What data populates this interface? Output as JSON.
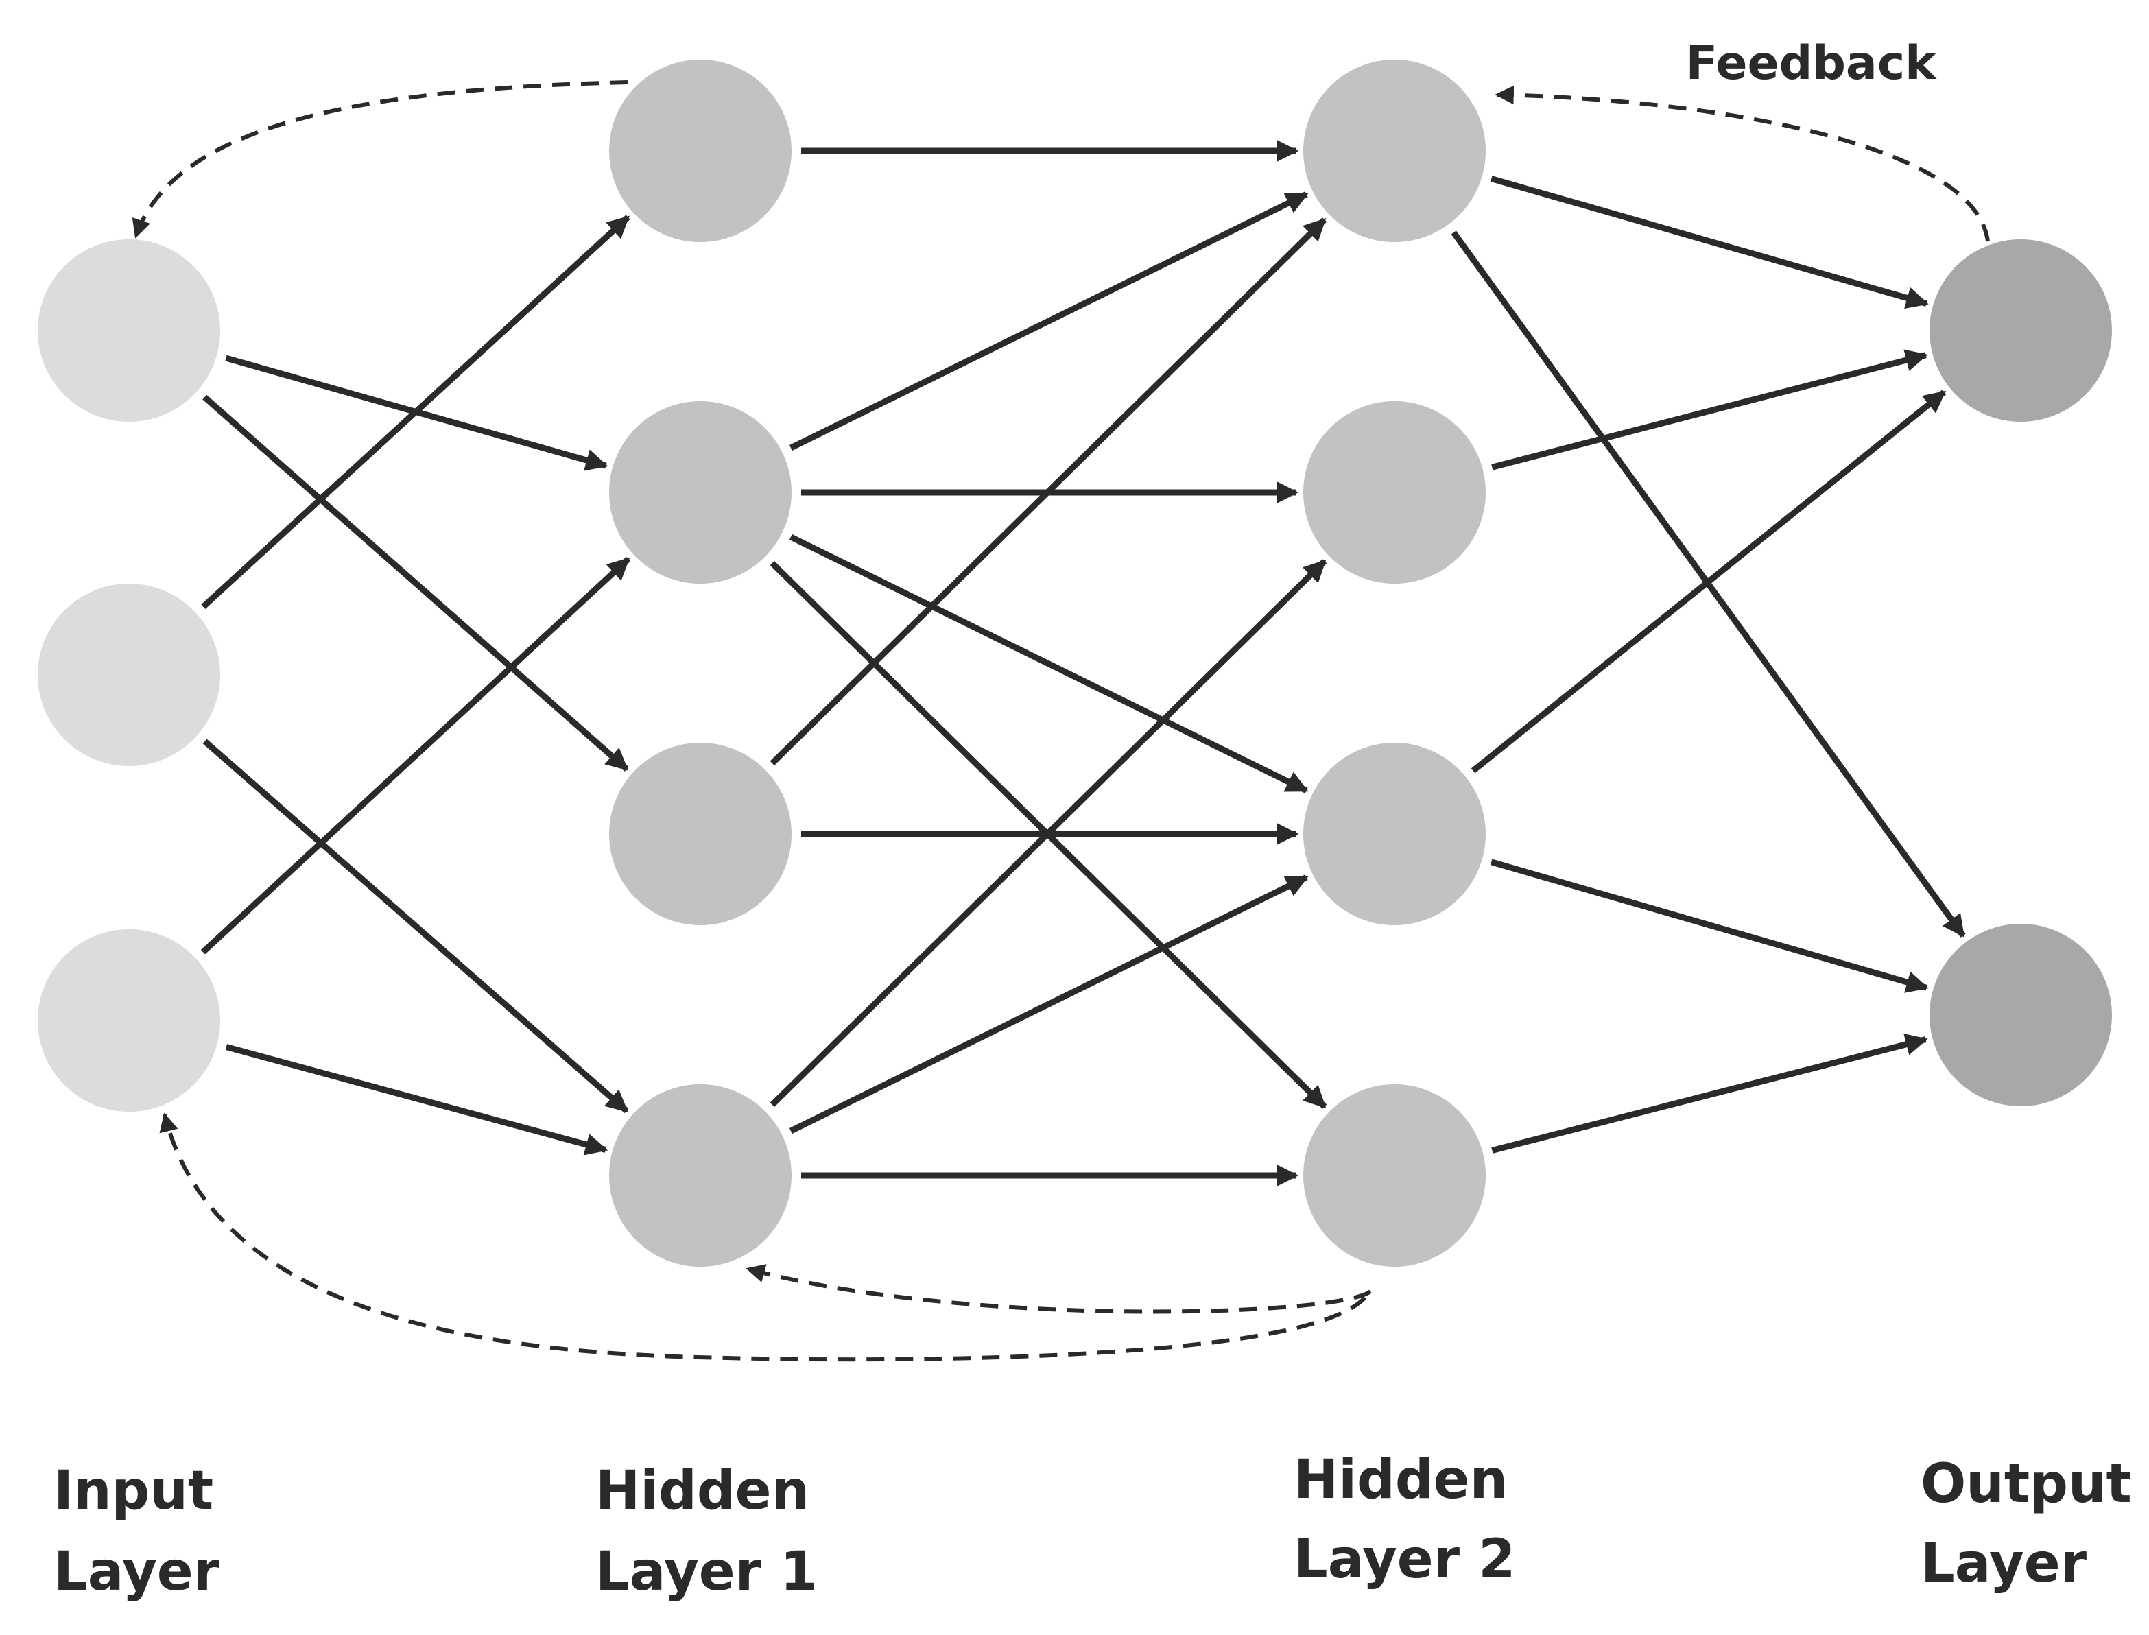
{
  "feedback_label": "Feedback",
  "layers": [
    {
      "id": "input",
      "line1": "Input",
      "line2": "Layer",
      "node_count": 3
    },
    {
      "id": "hidden1",
      "line1": "Hidden",
      "line2": "Layer 1",
      "node_count": 4
    },
    {
      "id": "hidden2",
      "line1": "Hidden",
      "line2": "Layer 2",
      "node_count": 4
    },
    {
      "id": "output",
      "line1": "Output",
      "line2": "Layer",
      "node_count": 2
    }
  ],
  "connections": [
    [
      "input.0",
      "hidden1.1"
    ],
    [
      "input.0",
      "hidden1.2"
    ],
    [
      "input.1",
      "hidden1.0"
    ],
    [
      "input.1",
      "hidden1.3"
    ],
    [
      "input.2",
      "hidden1.1"
    ],
    [
      "input.2",
      "hidden1.3"
    ],
    [
      "hidden1.0",
      "hidden2.0"
    ],
    [
      "hidden1.1",
      "hidden2.0"
    ],
    [
      "hidden1.1",
      "hidden2.1"
    ],
    [
      "hidden1.1",
      "hidden2.2"
    ],
    [
      "hidden1.1",
      "hidden2.3"
    ],
    [
      "hidden1.2",
      "hidden2.0"
    ],
    [
      "hidden1.2",
      "hidden2.2"
    ],
    [
      "hidden1.3",
      "hidden2.1"
    ],
    [
      "hidden1.3",
      "hidden2.2"
    ],
    [
      "hidden1.3",
      "hidden2.3"
    ],
    [
      "hidden2.0",
      "output.0"
    ],
    [
      "hidden2.0",
      "output.1"
    ],
    [
      "hidden2.1",
      "output.0"
    ],
    [
      "hidden2.2",
      "output.0"
    ],
    [
      "hidden2.2",
      "output.1"
    ],
    [
      "hidden2.3",
      "output.1"
    ]
  ],
  "feedback_loops": [
    [
      "hidden1.0",
      "input.0"
    ],
    [
      "output.0",
      "hidden2.0"
    ],
    [
      "hidden2.3",
      "hidden1.3"
    ],
    [
      "hidden2.3",
      "input.2"
    ]
  ],
  "colors": {
    "input_node": "#dcdcdc",
    "hidden_node": "#c2c2c2",
    "output_node": "#a8a8a8",
    "arrow": "#2a2a2a"
  }
}
